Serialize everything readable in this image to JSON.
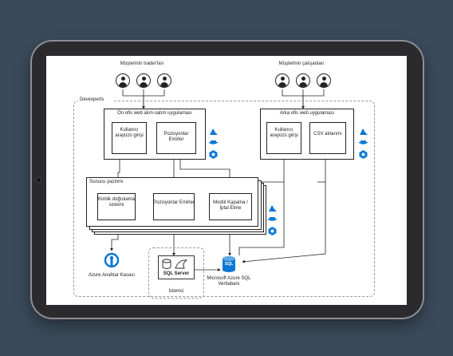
{
  "diagram": {
    "clients_left_label": "Müşterinin trader'ları",
    "clients_right_label": "Müşterinin çalışanları",
    "outer_group_label": "Devexperts",
    "front_office": {
      "title": "Ön ofis web alım-satım uygulaması",
      "ui_login": "Kullanıcı arayüzü girişi",
      "positions_orders": "Pozisyonlar Emirler"
    },
    "back_office": {
      "title": "Arka ofis web uygulaması",
      "ui_login": "Kullanıcı arayüzü girişi",
      "csv_export": "CSV aktarımı"
    },
    "server": {
      "title": "Sunucu yazılımı",
      "auth_system": "Kimlik doğrulama sistemi",
      "positions_orders": "Pozisyonlar Emirler",
      "close_cancel_module": "Modül Kapama /İptal Etme"
    },
    "key_vault": "Azure Anahtar Kasası",
    "client_group_label": "İstemci",
    "sql_server_label": "SQL Server",
    "azure_sql": "Microsoft Azure SQL Veritabanı",
    "sql_badge": "SQL"
  },
  "colors": {
    "azure_blue": "#0a78d4",
    "line": "#222222",
    "dashed": "#999999",
    "device_bg": "#3a4a5a"
  },
  "icons": [
    "user-icon",
    "azure-icon",
    "docker-icon",
    "kubernetes-icon",
    "key-vault-icon",
    "sql-database-icon",
    "sql-server-icon"
  ]
}
